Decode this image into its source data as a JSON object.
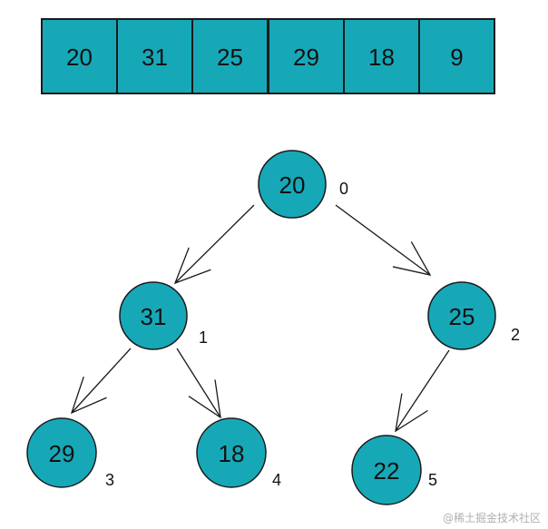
{
  "colors": {
    "fill": "#17a8b8",
    "stroke": "#1a1a1a",
    "arrow": "#1a1a1a"
  },
  "array": [
    "20",
    "31",
    "25",
    "29",
    "18",
    "9"
  ],
  "nodes": [
    {
      "value": "20",
      "index": "0"
    },
    {
      "value": "31",
      "index": "1"
    },
    {
      "value": "25",
      "index": "2"
    },
    {
      "value": "29",
      "index": "3"
    },
    {
      "value": "18",
      "index": "4"
    },
    {
      "value": "22",
      "index": "5"
    }
  ],
  "edges": [
    [
      0,
      1
    ],
    [
      0,
      2
    ],
    [
      1,
      3
    ],
    [
      1,
      4
    ],
    [
      2,
      5
    ]
  ],
  "watermark": "@稀土掘金技术社区"
}
